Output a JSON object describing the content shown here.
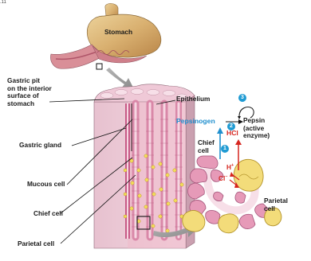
{
  "figure_number": ".11",
  "labels": {
    "stomach": "Stomach",
    "gastric_pit": "Gastric pit\non the interior\nsurface of\nstomach",
    "epithelium": "Epithelium",
    "gastric_gland": "Gastric gland",
    "mucous_cell": "Mucous cell",
    "chief_cell_left": "Chief cell",
    "parietal_cell_left": "Parietal cell",
    "pepsinogen": "Pepsinogen",
    "pepsin": "Pepsin\n(active\nenzyme)",
    "hcl": "HCl",
    "chief_cell_right": "Chief\ncell",
    "parietal_cell_right": "Parietal\ncell",
    "h_ion": "H",
    "h_charge": "+",
    "cl_ion": "Cl",
    "cl_charge": "–"
  },
  "steps": [
    "1",
    "2",
    "3"
  ],
  "colors": {
    "blue": "#1f8fce",
    "red": "#d6251f",
    "tissue_pink": "#e69ab8",
    "parietal_yellow": "#f3dc7a",
    "arrow_gray": "#9a9a9a"
  }
}
